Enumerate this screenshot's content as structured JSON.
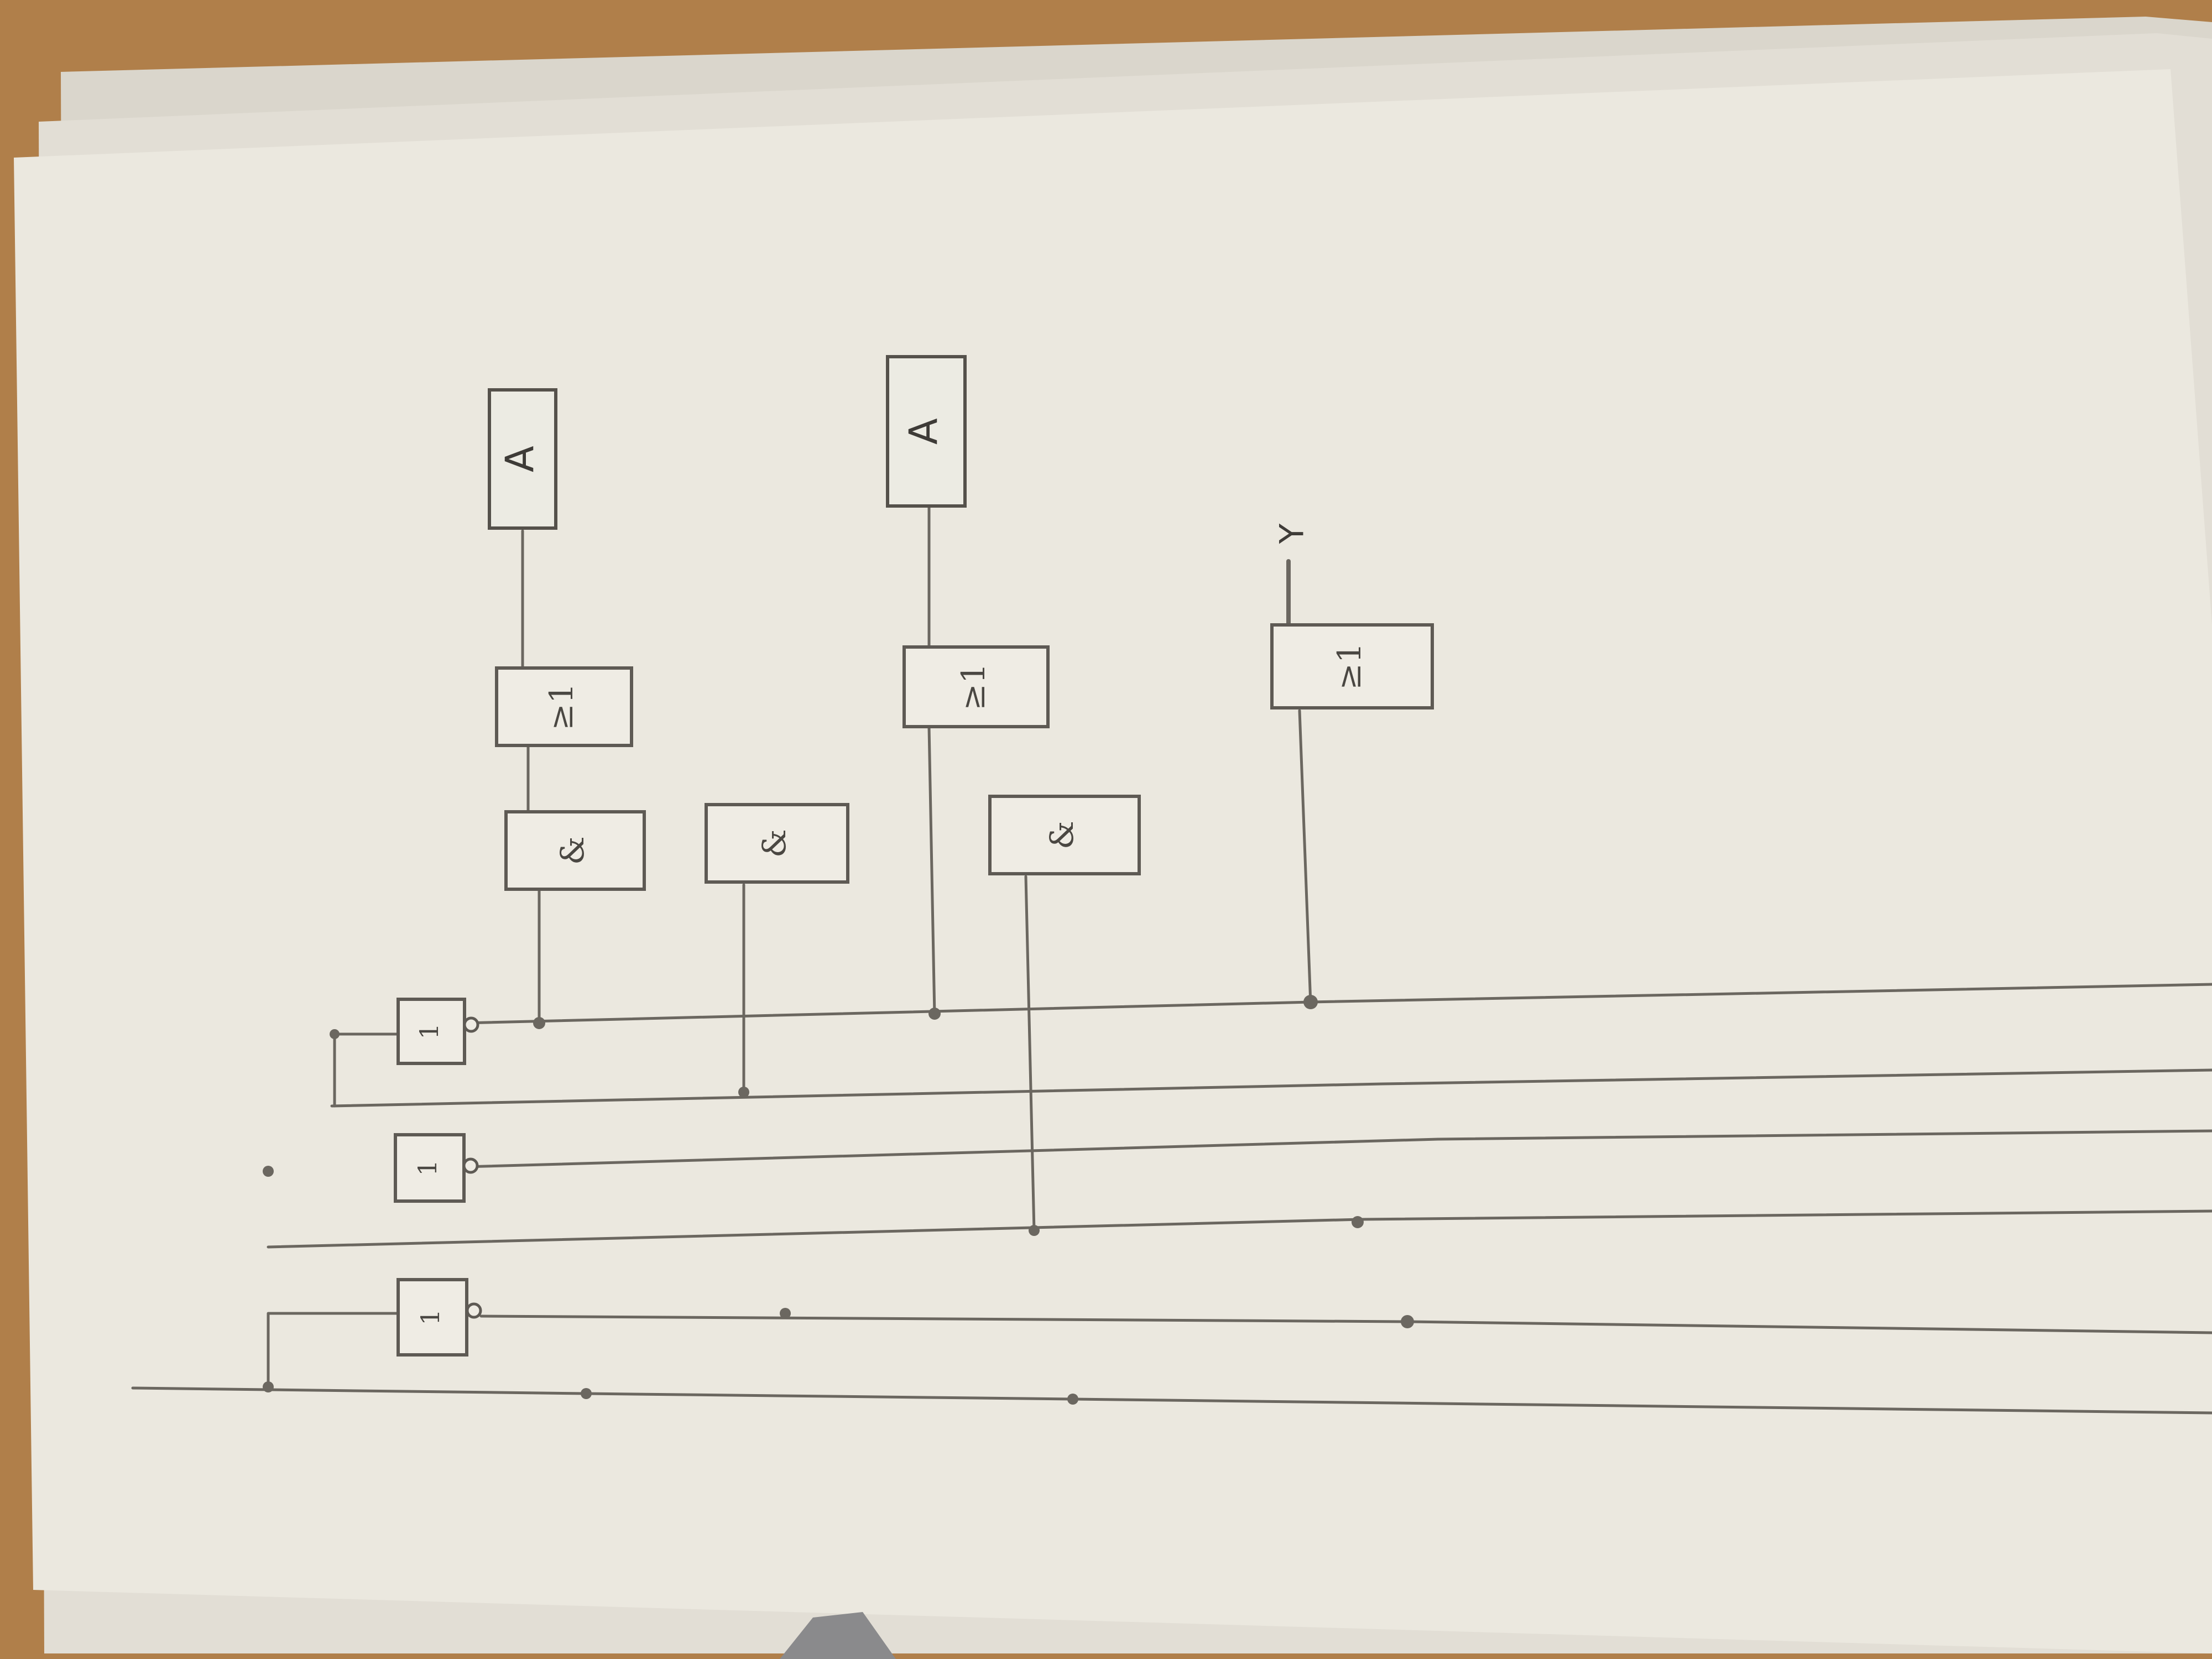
{
  "gates": {
    "shift_left": {
      "label": "A"
    },
    "shift_right": {
      "label": "A"
    },
    "or_left": {
      "label": "≥1"
    },
    "or_mid": {
      "label": "≥1"
    },
    "or_right": {
      "label": "≥1"
    },
    "and_a": {
      "label": "&"
    },
    "and_b": {
      "label": "&"
    },
    "and_c": {
      "label": "&"
    },
    "not_top": {
      "label": "1"
    },
    "not_mid": {
      "label": "1"
    },
    "not_bottom": {
      "label": "1"
    }
  },
  "output": {
    "label": "Y"
  },
  "colors": {
    "paper": "#ebe8df",
    "pencil": "#6b6760",
    "wood": "#b07f4a"
  }
}
